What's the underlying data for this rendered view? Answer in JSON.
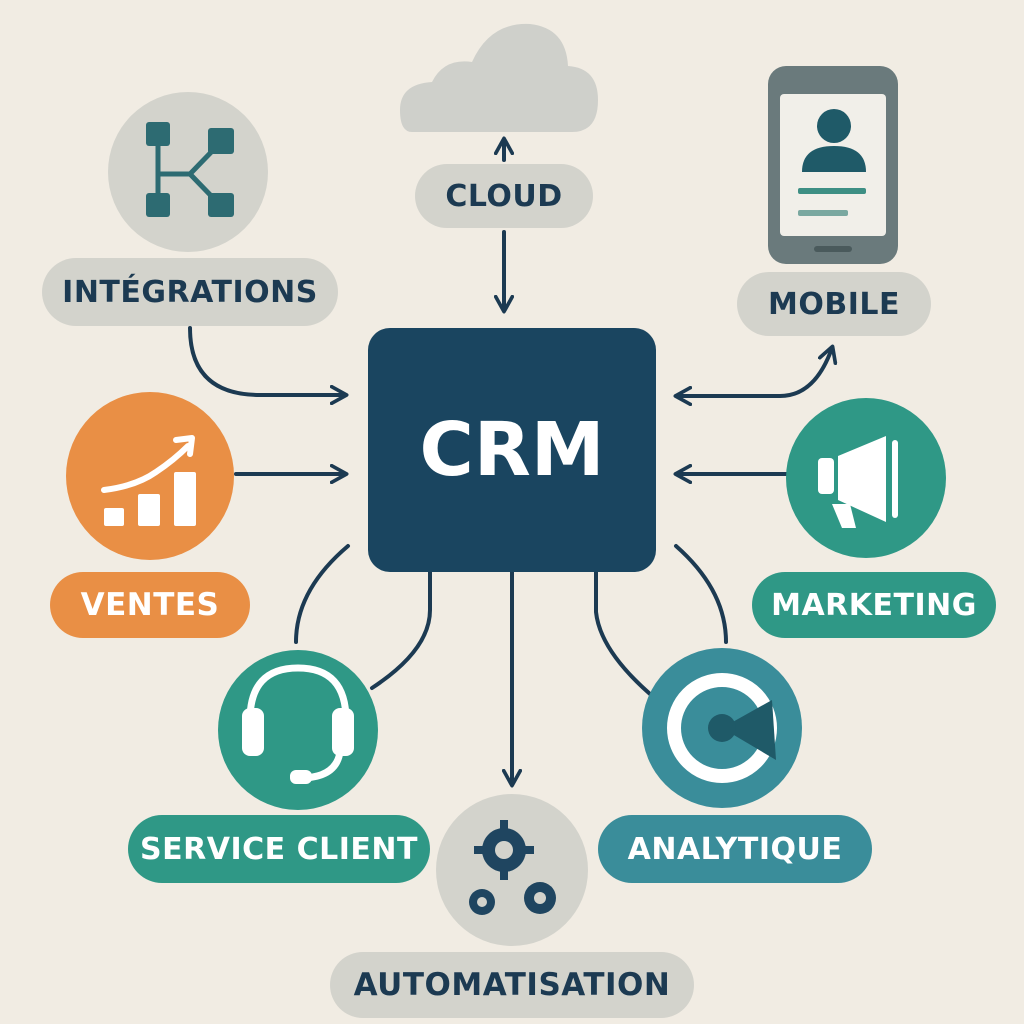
{
  "center": {
    "label": "CRM"
  },
  "nodes": {
    "cloud": {
      "label": "CLOUD",
      "icon": "cloud-icon"
    },
    "integrations": {
      "label": "INTÉGRATIONS",
      "icon": "network-nodes-icon"
    },
    "mobile": {
      "label": "MOBILE",
      "icon": "smartphone-profile-icon"
    },
    "ventes": {
      "label": "VENTES",
      "icon": "sales-growth-chart-icon"
    },
    "marketing": {
      "label": "MARKETING",
      "icon": "megaphone-icon"
    },
    "service_client": {
      "label": "SERVICE CLIENT",
      "icon": "headset-icon"
    },
    "analytique": {
      "label": "ANALYTIQUE",
      "icon": "pie-chart-icon"
    },
    "automatisation": {
      "label": "AUTOMATISATION",
      "icon": "gears-icon"
    }
  },
  "colors": {
    "background": "#f1ece3",
    "center_box": "#1a4560",
    "grey_node": "#d3d3cc",
    "orange_node": "#e98f45",
    "teal_node": "#2f9886",
    "blue_teal_node": "#3a8d9a",
    "connector": "#1c3a52"
  }
}
